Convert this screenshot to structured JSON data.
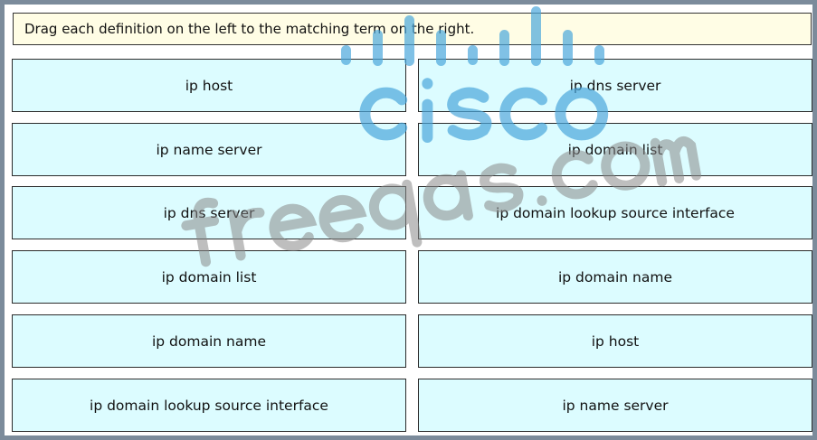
{
  "instruction": "Drag each definition on the left to the matching term on the right.",
  "left_items": [
    "ip host",
    "ip name server",
    "ip dns server",
    "ip domain list",
    "ip domain name",
    "ip domain lookup source interface"
  ],
  "right_items": [
    "ip dns server",
    "ip domain list",
    "ip domain lookup source interface",
    "ip domain name",
    "ip host",
    "ip name server"
  ],
  "watermark": {
    "logo": "cisco",
    "site": "freeqas.com"
  },
  "colors": {
    "box": "#dcfcff",
    "instruction_bg": "#fffde5",
    "frame": "#7b8b9b"
  }
}
